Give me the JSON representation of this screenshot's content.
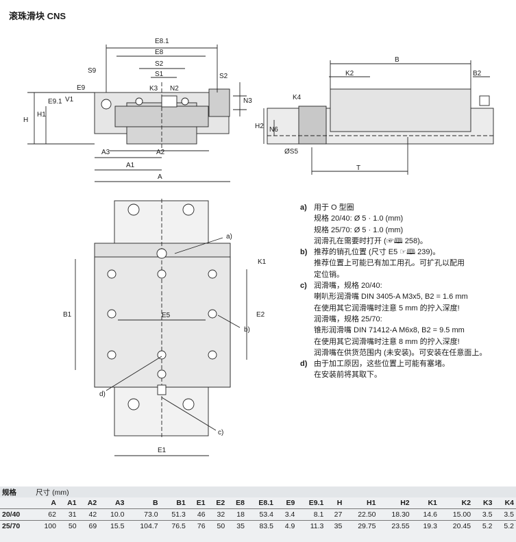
{
  "title": "滚珠滑块 CNS",
  "drawing_labels": {
    "front": [
      "E8.1",
      "E8",
      "S2",
      "S1",
      "S9",
      "K3",
      "N2",
      "E9",
      "E9.1",
      "V1",
      "H",
      "H1",
      "S2",
      "N3",
      "A3",
      "A2",
      "A1",
      "A"
    ],
    "side": [
      "B",
      "K2",
      "B2",
      "K4",
      "H2",
      "N6",
      "ØS5",
      "T"
    ],
    "top": [
      "a)",
      "K1",
      "B1",
      "E2",
      "E5",
      "b)",
      "d)",
      "c)",
      "E1"
    ]
  },
  "notes": [
    {
      "tag": "a)",
      "lines": [
        "用于 O 型圈",
        "规格 20/40: Ø 5 · 1.0 (mm)",
        "规格 25/70: Ø 5 · 1.0 (mm)",
        "润滑孔在需要时打开 (☞🕮 258)。"
      ]
    },
    {
      "tag": "b)",
      "lines": [
        "推荐的销孔位置 (尺寸 E5 ☞🕮 239)。",
        "推荐位置上可能已有加工用孔。可扩孔以配用",
        "定位销。"
      ]
    },
    {
      "tag": "c)",
      "lines": [
        "润滑嘴，规格 20/40:",
        "喇叭形润滑嘴 DIN 3405-A M3x5, B2 = 1.6 mm",
        "在使用其它润滑嘴时注意 5 mm 的拧入深度!",
        "润滑嘴，规格 25/70:",
        "锥形润滑嘴 DIN 71412-A M6x8, B2 = 9.5 mm",
        "在使用其它润滑嘴时注意 8 mm 的拧入深度!",
        "润滑嘴在供货范围内 (未安装)。可安装在任意面上。"
      ]
    },
    {
      "tag": "d)",
      "lines": [
        "由于加工原因，这些位置上可能有塞堵。",
        "在安装前将其取下。"
      ]
    }
  ],
  "table": {
    "col1_header": "规格",
    "col2_header": "尺寸 (mm)",
    "columns": [
      "A",
      "A1",
      "A2",
      "A3",
      "B",
      "B1",
      "E1",
      "E2",
      "E8",
      "E8.1",
      "E9",
      "E9.1",
      "H",
      "H1",
      "H2",
      "K1",
      "K2",
      "K3",
      "K4"
    ],
    "rows": [
      {
        "size": "20/40",
        "values": [
          "62",
          "31",
          "42",
          "10.0",
          "73.0",
          "51.3",
          "46",
          "32",
          "18",
          "53.4",
          "3.4",
          "8.1",
          "27",
          "22.50",
          "18.30",
          "14.6",
          "15.00",
          "3.5",
          "3.5"
        ]
      },
      {
        "size": "25/70",
        "values": [
          "100",
          "50",
          "69",
          "15.5",
          "104.7",
          "76.5",
          "76",
          "50",
          "35",
          "83.5",
          "4.9",
          "11.3",
          "35",
          "29.75",
          "23.55",
          "19.3",
          "20.45",
          "5.2",
          "5.2"
        ]
      }
    ]
  }
}
